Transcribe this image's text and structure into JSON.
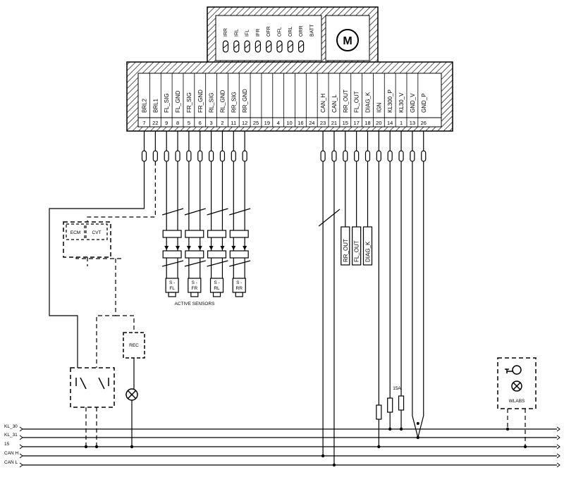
{
  "module_connector": {
    "pins": [
      {
        "num": "7",
        "label": "BRL2"
      },
      {
        "num": "22",
        "label": "BRL1"
      },
      {
        "num": "9",
        "label": "FL_SIG"
      },
      {
        "num": "8",
        "label": "FL_GND"
      },
      {
        "num": "5",
        "label": "FR_SIG"
      },
      {
        "num": "6",
        "label": "FR_GND"
      },
      {
        "num": "3",
        "label": "RL_SIG"
      },
      {
        "num": "2",
        "label": "RL_GND"
      },
      {
        "num": "11",
        "label": "RR_SIG"
      },
      {
        "num": "12",
        "label": "RR_GND"
      },
      {
        "num": "25",
        "label": ""
      },
      {
        "num": "19",
        "label": ""
      },
      {
        "num": "4",
        "label": ""
      },
      {
        "num": "10",
        "label": ""
      },
      {
        "num": "16",
        "label": ""
      },
      {
        "num": "24",
        "label": ""
      },
      {
        "num": "23",
        "label": "CAN_H"
      },
      {
        "num": "21",
        "label": "CAN_L"
      },
      {
        "num": "15",
        "label": "RR_OUT"
      },
      {
        "num": "17",
        "label": "FL_OUT"
      },
      {
        "num": "18",
        "label": "DIAG_K"
      },
      {
        "num": "20",
        "label": "IGN"
      },
      {
        "num": "14",
        "label": "KL300_P"
      },
      {
        "num": "1",
        "label": "KL30_V"
      },
      {
        "num": "13",
        "label": "GND_V"
      },
      {
        "num": "26",
        "label": "GND_P"
      }
    ]
  },
  "valve_block": {
    "valves": [
      "IRR",
      "IRL",
      "IFL",
      "IFR",
      "OFR",
      "OFL",
      "ORL",
      "ORR",
      "BATT"
    ],
    "motor": "M"
  },
  "components": {
    "ecm": "ECM",
    "cvt": "CVT",
    "rec": "REC",
    "wlabs": "WLABS",
    "fuse": "15A",
    "active_sensors": "ACTIVE SENSORS",
    "sensors": [
      {
        "top": "S -",
        "bottom": "FL"
      },
      {
        "top": "S -",
        "bottom": "FR"
      },
      {
        "top": "S -",
        "bottom": "RL"
      },
      {
        "top": "S -",
        "bottom": "RR"
      }
    ],
    "outputs": [
      "RR_OUT",
      "FL_OUT",
      "DIAG_K"
    ]
  },
  "buses": [
    "KL_30",
    "KL_31",
    "15",
    "CAN H",
    "CAN L"
  ]
}
